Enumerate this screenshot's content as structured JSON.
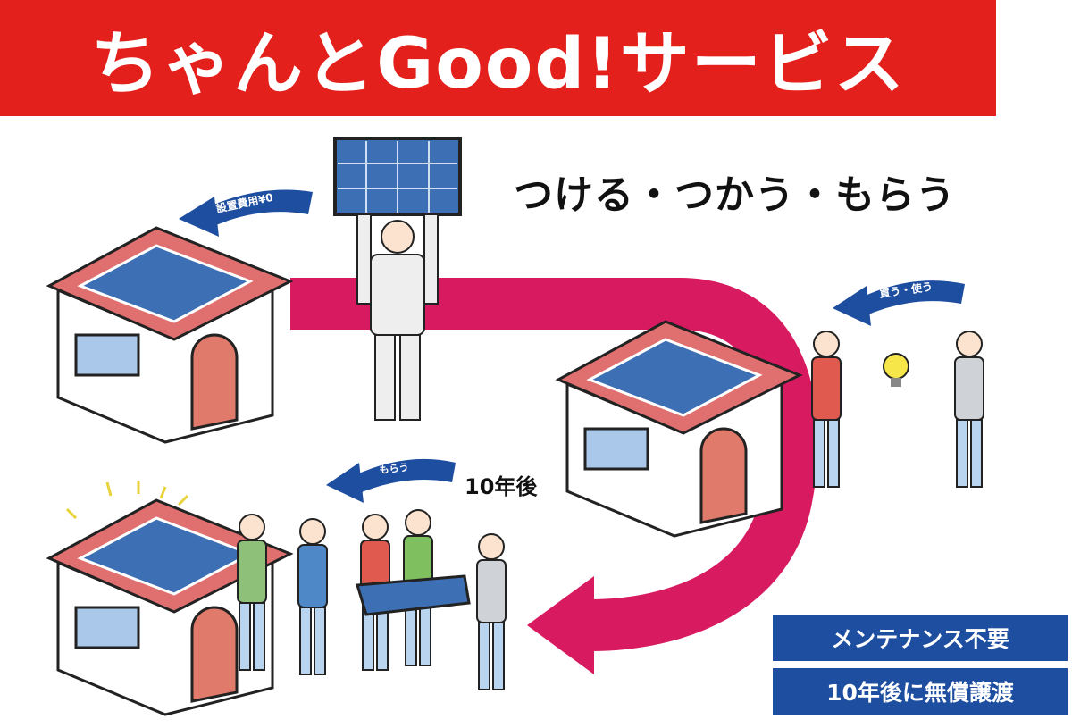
{
  "title": "ちゃんとGood!サービス",
  "subtitle": "つける・つかう・もらう",
  "arrows": {
    "install": "設置費用¥0",
    "buy_use": "買う・使う",
    "receive": "もらう"
  },
  "after_years": "10年後",
  "features": [
    "メンテナンス不要",
    "10年後に無償譲渡"
  ],
  "colors": {
    "banner": "#e3201b",
    "flow_arrow": "#d81b60",
    "blue": "#1e4ea0",
    "roof": "#e07070"
  }
}
